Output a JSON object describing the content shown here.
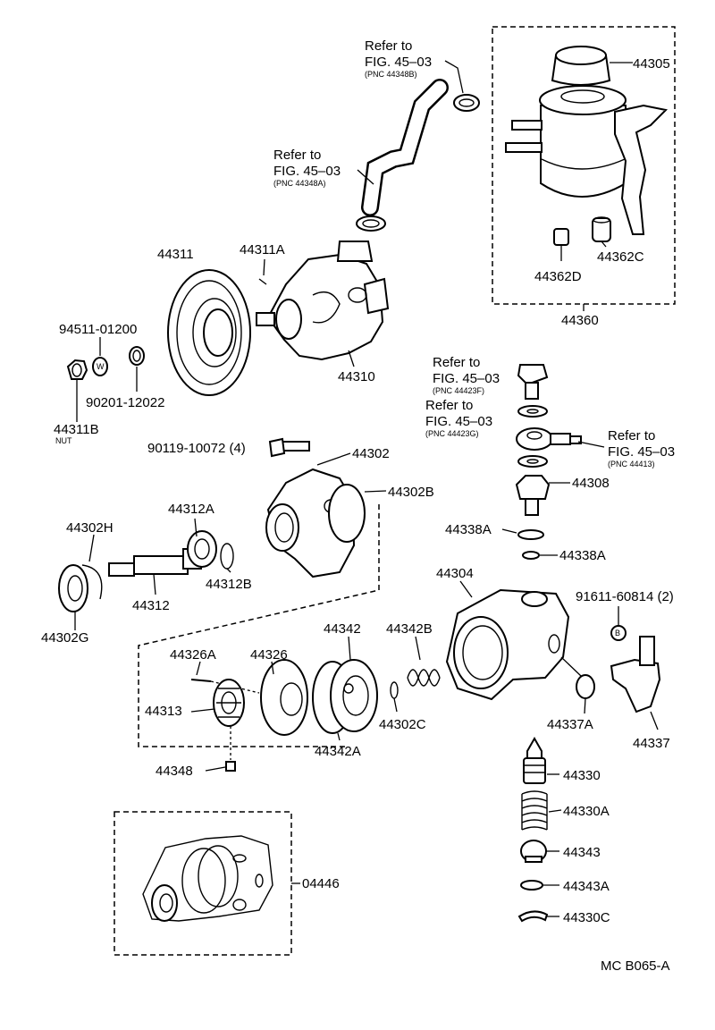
{
  "refs": {
    "r1": {
      "line1": "Refer to",
      "line2": "FIG. 45–03",
      "pnc": "(PNC 44348B)"
    },
    "r2": {
      "line1": "Refer to",
      "line2": "FIG. 45–03",
      "pnc": "(PNC 44348A)"
    },
    "r3": {
      "line1": "Refer to",
      "line2": "FIG. 45–03",
      "pnc": "(PNC 44423F)"
    },
    "r4": {
      "line1": "Refer to",
      "line2": "FIG. 45–03",
      "pnc": "(PNC 44423G)"
    },
    "r5": {
      "line1": "Refer to",
      "line2": "FIG. 45–03",
      "pnc": "(PNC 44413)"
    }
  },
  "labels": {
    "p44305": "44305",
    "p44311": "44311",
    "p44311A": "44311A",
    "p44362C": "44362C",
    "p44362D": "44362D",
    "p44360": "44360",
    "p94511": "94511-01200",
    "p44310": "44310",
    "p90201": "90201-12022",
    "p44311B": "44311B",
    "nut": "NUT",
    "p90119": "90119-10072 (4)",
    "p44302": "44302",
    "p44302B": "44302B",
    "p44308": "44308",
    "p44302H": "44302H",
    "p44312A": "44312A",
    "p44338A_1": "44338A",
    "p44338A_2": "44338A",
    "p44312B": "44312B",
    "p44312": "44312",
    "p44304": "44304",
    "p91611": "91611-60814 (2)",
    "p44302G": "44302G",
    "p44342": "44342",
    "p44342B": "44342B",
    "p44326A": "44326A",
    "p44326": "44326",
    "p44313": "44313",
    "p44302C": "44302C",
    "p44337A": "44337A",
    "p44337": "44337",
    "p44342A": "44342A",
    "p44348": "44348",
    "p44330": "44330",
    "p44330A": "44330A",
    "p44343": "44343",
    "p04446": "04446",
    "p44343A": "44343A",
    "p44330C": "44330C",
    "footer": "MC  B065-A",
    "washerW": "W",
    "boltB": "B"
  }
}
